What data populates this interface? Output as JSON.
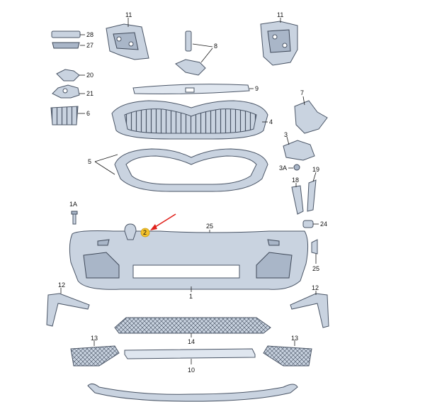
{
  "labels": {
    "p1": "1",
    "p1a": "1A",
    "p2": "2",
    "p3": "3",
    "p3a": "3A",
    "p4": "4",
    "p5": "5",
    "p6": "6",
    "p7": "7",
    "p8": "8",
    "p9": "9",
    "p10": "10",
    "p11_left": "11",
    "p11_right": "11",
    "p12_left": "12",
    "p12_right": "12",
    "p13_left": "13",
    "p13_right": "13",
    "p14": "14",
    "p18": "18",
    "p19": "19",
    "p20": "20",
    "p21": "21",
    "p24": "24",
    "p25_top": "25",
    "p25_right": "25",
    "p27": "27",
    "p28": "28"
  },
  "highlighted_part": "2",
  "colors": {
    "highlight": "#f4c22b",
    "arrow": "#e0201a",
    "part_fill": "#c9d3e0"
  }
}
